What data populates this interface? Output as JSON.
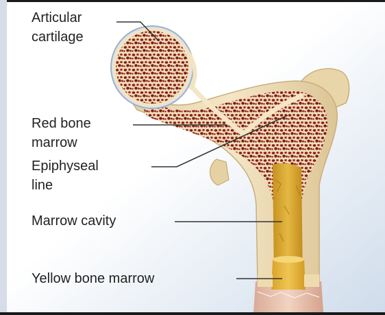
{
  "labels": {
    "articular_cartilage": {
      "line1": "Articular",
      "line2": "cartilage"
    },
    "red_bone_marrow": {
      "line1": "Red bone",
      "line2": "marrow"
    },
    "epiphyseal_line": {
      "line1": "Epiphyseal",
      "line2": "line"
    },
    "marrow_cavity": "Marrow cavity",
    "yellow_bone_marrow": "Yellow bone marrow"
  },
  "colors": {
    "background_top": "#ffffff",
    "background_bottom": "#cfdceb",
    "compact_bone": "#ecdcb4",
    "spongy_bone": "#f1e3c0",
    "red_marrow": "#8a1f1a",
    "yellow_marrow": "#d7a52a",
    "cartilage": "#b7c4d6",
    "periosteum": "#e6c2b0",
    "leader_line": "#333333"
  }
}
